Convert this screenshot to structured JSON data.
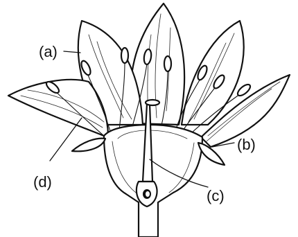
{
  "labels": {
    "a": "(a)",
    "b": "(b)",
    "c": "(c)",
    "d": "(d)"
  }
}
